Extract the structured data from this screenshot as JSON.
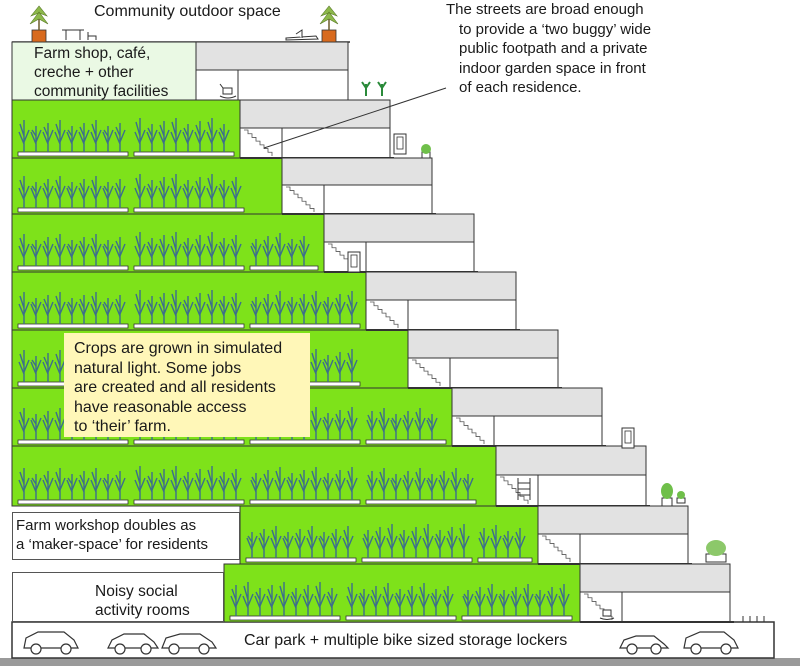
{
  "labels": {
    "community_outdoor": "Community outdoor space",
    "streets_note": [
      "The streets are broad enough",
      "to provide a ‘two buggy’ wide",
      "public footpath and a private",
      "indoor garden space in front",
      "of each residence."
    ],
    "farm_shop": [
      "Farm shop, café,",
      "creche + other",
      "community facilities"
    ],
    "crops_note": [
      "Crops are grown in simulated",
      "natural light. Some jobs",
      "are created and all residents",
      "have reasonable access",
      "to ‘their’ farm."
    ],
    "workshop": [
      "Farm workshop doubles as",
      "a ‘maker-space’ for residents"
    ],
    "social_rooms": [
      "Noisy social",
      "activity rooms"
    ],
    "car_park": "Car park + multiple bike sized storage lockers"
  },
  "colors": {
    "farm_green": "#7ee21a",
    "pale_green": "#eaf9e4",
    "note_yellow": "#fff7b8",
    "street_grey": "#e2e2e2",
    "plant": "#3c6e8c",
    "outline": "#333333"
  },
  "icons": [
    "potted-tree-icon",
    "table-chairs-icon",
    "plane-toy-icon",
    "rocking-horse-icon",
    "door-icon",
    "stairs-icon",
    "ladder-icon",
    "guitar-icon",
    "car-icon",
    "bike-locker-icon",
    "potted-plant-icon"
  ]
}
